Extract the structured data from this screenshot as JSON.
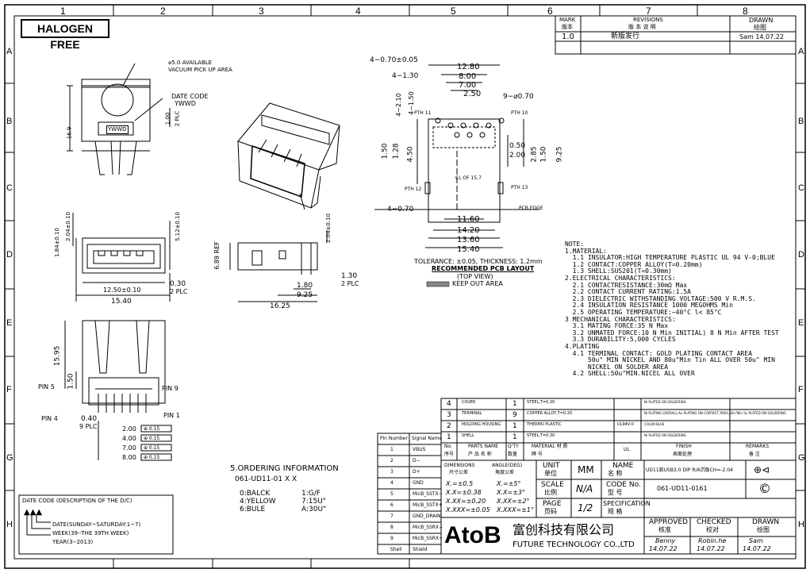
{
  "border": {
    "top_cols": [
      "1",
      "2",
      "3",
      "4",
      "5",
      "6",
      "7",
      "8"
    ],
    "side_rows": [
      "A",
      "B",
      "C",
      "D",
      "E",
      "F",
      "G",
      "H"
    ]
  },
  "halogen": "HALOGEN FREE",
  "revision": {
    "h_mark": "MARK",
    "h_mark_cn": "版本",
    "h_rev": "REVISIONS",
    "h_rev_cn": "版  本  说  明",
    "h_drawn": "DRAWN",
    "h_drawn_cn": "绘图",
    "mark": "1.0",
    "desc": "新版发行",
    "drawn": "Sam  14.07.22"
  },
  "iso": {
    "vac": "⌀5.0 AVAILABLE",
    "vac2": "VACUUM PICK UP AREA",
    "date": "DATE CODE",
    "yw": "YWWD",
    "ywbox": "YWWD",
    "d169": "16.9",
    "d100": "1.00",
    "d2plc": "2 PLC"
  },
  "front": {
    "d184": "1.84±0.10",
    "d204": "2.04±0.10",
    "d512": "5.12±0.10",
    "d1250": "12.50±0.10",
    "d1540": "15.40",
    "d030": "0.30",
    "d2plc": "2 PLC"
  },
  "side": {
    "d689": "6.89 REF",
    "d204": "2.04±0.10",
    "d180": "1.80",
    "d925": "9.25",
    "d1625": "16.25",
    "d130": "1.30",
    "d2plc": "2 PLC"
  },
  "bottom": {
    "d1595": "15.95",
    "d150": "1.50",
    "pin5": "PIN 5",
    "pin9": "PIN 9",
    "pin4": "PIN 4",
    "pin1": "PIN 1",
    "d040": "0.40",
    "d9plc": "9 PLC",
    "gdt": [
      "2.00",
      "4.00",
      "7.00",
      "8.00"
    ],
    "gdtsym": "⊕ 0.15"
  },
  "pcb": {
    "d4070": "4−0.70±0.05",
    "d1280": "12.80",
    "d8": "8.00",
    "d7": "7.00",
    "d4130": "4−1.30",
    "d250": "2.50",
    "d4210": "4−2.10",
    "d4150": "4−1.50",
    "d9070": "9−⌀0.70",
    "pth11": "PTH 11",
    "pth10": "PTH 10",
    "pth12": "PTH 12",
    "pth13": "PTH 13",
    "d050": "0.50",
    "d200": "2.00",
    "d285": "2.85",
    "d150v": "1.50",
    "d925": "9.25",
    "d450": "4.50",
    "d150l": "1.50",
    "d128": "1.28",
    "cl": "CL OF 15.7",
    "d40704": "4−0.70",
    "pcbedge": "PCB EDGE",
    "d1160": "11.60",
    "d1420": "14.20",
    "d1360": "13.60",
    "d1540": "15.40",
    "tol": "TOLERANCE: ±0.05, THICKNESS: 1.2mm",
    "rec": "RECOMMENDED PCB LAYOUT",
    "top": "(TOP VIEW)",
    "keep": "KEEP OUT AREA"
  },
  "notes": [
    "NOTE:",
    "1.MATERIAL:",
    "  1.1 INSULATOR:HIGH TEMPERATURE PLASTIC UL 94 V-0;BLUE",
    "  1.2 CONTACT:COPPER ALLOY(T=0.20mm)",
    "  1.3 SHELL:SUS201(T=0.30mm)",
    "2.ELECTRICAL CHARACTERISTICS:",
    "  2.1 CONTACTRESISTANCE:30mΩ Max",
    "  2.2 CONTACT CURRENT RATING:1.5A",
    "  2.3 DIELECTRIC WITHSTANDING VOLTAGE:500 V R.M.S.",
    "  2.4 INSULATION RESISTANCE 1000 MEGOHMS Min",
    "  2.5 OPERATING TEMPERATURE:−40°C l< 85°C",
    "3 MECHANICAL CHARACTERISTICS:",
    "  3.1 MATING FORCE:35 N Max",
    "  3.2 UNMATED FORCE:10 N Min INITIAL) 8 N Min AFTER TEST",
    "  3.3 DURABILITY:5,000 CYCLES",
    "4.PLATING",
    "  4.1 TERMINAL CONTACT: GOLD PLATING CONTACT AREA",
    "      50u\" MIN NICKEL AND 80u\"Min Tin ALL OVER 50u\" MIN",
    "      NICKEL ON SOLDER AREA",
    "  4.2 SHELL:50u\"MIN.NICEL ALL OVER"
  ],
  "ordering": {
    "title": "5.ORDERING INFORMATION",
    "code": "061-UD11-01 X X",
    "opts1": [
      "0:BALCK",
      "4:YELLOW",
      "6:BULE"
    ],
    "opts2": [
      "1:G/F",
      "7:15U\"",
      "A:30U\""
    ]
  },
  "datecode": {
    "title": "DATE CODE (DESCRIPTION OF THE D/C)",
    "lines": [
      "DATE(SUNDAY~SATURDAY:1~7)",
      "WEEK(39--THE 39TH WEEK)",
      "YEAR(3--2013)"
    ]
  },
  "pins": {
    "h1": "Pin Number",
    "h2": "Signal Name",
    "rows": [
      [
        "1",
        "VBUS"
      ],
      [
        "2",
        "D−"
      ],
      [
        "3",
        "D+"
      ],
      [
        "4",
        "GND"
      ],
      [
        "5",
        "MicB_SSTX−"
      ],
      [
        "6",
        "MicB_SSTX+"
      ],
      [
        "7",
        "GND_DRAIN"
      ],
      [
        "8",
        "MicB_SSRX−"
      ],
      [
        "9",
        "MicB_SSRX+"
      ],
      [
        "Shell",
        "Shield"
      ]
    ]
  },
  "bom": {
    "rows": [
      [
        "4",
        "COVER",
        "1",
        "STEEL,T=0.20",
        "",
        "Ni PLATED ON SOLDERING"
      ],
      [
        "3",
        "TERMINAL",
        "9",
        "COPPER ALLOY,T=0.20",
        "",
        "Ni PLATING OVERALL,Au PLATING ON CONTACT AREA,50u\"Min Sn PLATED ON SOLDERING"
      ],
      [
        "2",
        "MOLDING HOUSING",
        "1",
        "THERMO PLASTIC",
        "UL94V-0",
        "COLOR:BLUE"
      ],
      [
        "1",
        "SHELL",
        "1",
        "STEEL,T=0.30",
        "",
        "Ni PLATED ON SOLDERING"
      ]
    ],
    "h_no": "No.",
    "h_no_cn": "序号",
    "h_parts": "PARTS NAME",
    "h_parts_cn": "产 品 名 称",
    "h_qty": "Q'TY",
    "h_qty_cn": "数量",
    "h_mat": "MATERIAL  材  质",
    "h_mat_cn": "牌      号",
    "h_ul": "UL",
    "h_finish": "FINISH",
    "h_finish_cn": "表面处理",
    "h_rem": "REMARKS",
    "h_rem_cn": "备  注"
  },
  "title": {
    "dims": "DIMENSIONS",
    "dims_cn": "尺寸公差",
    "angle": "ANGLE(DEG)",
    "angle_cn": "角度公差",
    "tols": [
      "X.=±0.5",
      "X.X=±0.38",
      "X.XX=±0.20",
      "X.XXX=±0.05"
    ],
    "atols": [
      "X.=±5°",
      "X.X=±3°",
      "X.XX=±2°",
      "X.XXX=±1°"
    ],
    "unit": "UNIT",
    "unit_cn": "单位",
    "unit_v": "MM",
    "scale": "SCALE",
    "scale_cn": "比例",
    "scale_v": "N/A",
    "page": "PAGE",
    "page_cn": "页码",
    "page_v": "1/2",
    "name": "NAME",
    "name_cn": "名  称",
    "name_v": "UD11款USB3.0 DIP R/A沉板CH=-2.04",
    "code": "CODE No.",
    "code_cn": "型  号",
    "code_v": "061-UD11-0161",
    "spec": "SPECIFICATION",
    "spec_cn": "规  格",
    "approved": "APPROVED",
    "approved_cn": "核准",
    "checked": "CHECKED",
    "checked_cn": "校对",
    "drawn": "DRAWN",
    "drawn_cn": "绘图",
    "appr_name": "Benny",
    "appr_date": "14.07.22",
    "chk_name": "Robin.he",
    "chk_date": "14.07.22",
    "drw_name": "Sam",
    "drw_date": "14.07.22",
    "logo": "AtoB",
    "company_cn": "富创科技有限公司",
    "company": "FUTURE TECHNOLOGY CO.,LTD",
    "copyright": "©"
  }
}
